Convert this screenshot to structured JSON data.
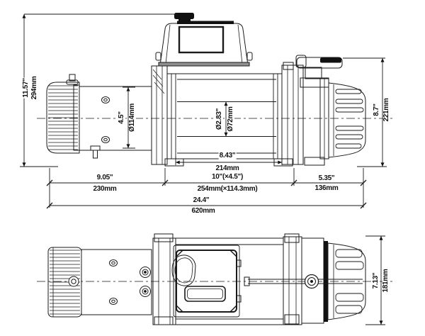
{
  "colors": {
    "line": "#1a1a1a",
    "dark_fill": "#111111",
    "background": "#ffffff"
  },
  "dimensions": {
    "overall_height": {
      "inches": "11.57\"",
      "metric": "294mm"
    },
    "motor_diameter": {
      "inches": "4.5\"",
      "metric": "Ø114mm"
    },
    "drum_diameter": {
      "inches": "Ø2.83\"",
      "metric": "Ø72mm"
    },
    "height_to_clutch": {
      "inches": "8.7\"",
      "metric": "221mm"
    },
    "drum_length": {
      "inches": "8.43\"",
      "metric": "214mm"
    },
    "motor_section": {
      "inches": "9.05\"",
      "metric": "230mm"
    },
    "mount_bolt_pattern": {
      "inches": "10\"(×4.5\")",
      "metric": "254mm(×114.3mm)"
    },
    "gearbox_section": {
      "inches": "5.35\"",
      "metric": "136mm"
    },
    "overall_length": {
      "inches": "24.4\"",
      "metric": "620mm"
    },
    "plan_height": {
      "inches": "7.13\"",
      "metric": "181mm"
    }
  }
}
